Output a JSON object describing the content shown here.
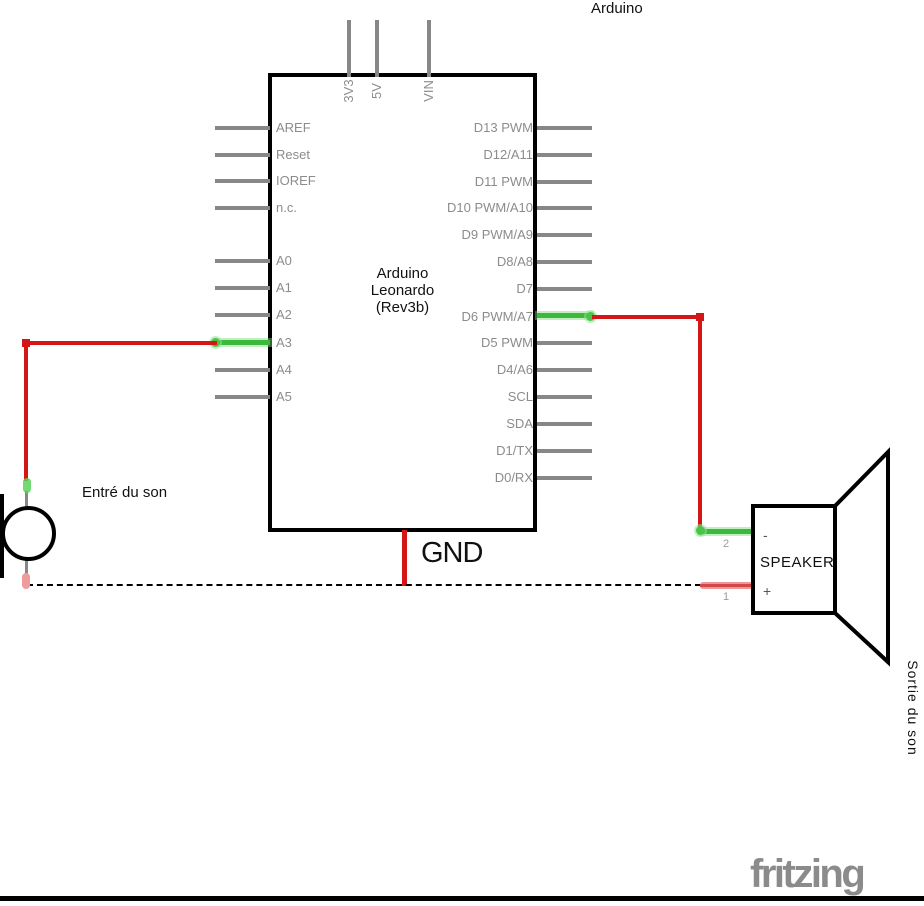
{
  "title": "Arduino",
  "arduino": {
    "label_lines": "Arduino\nLeonardo\n(Rev3b)",
    "top_pins": [
      {
        "label": "3V3"
      },
      {
        "label": "5V"
      },
      {
        "label": "VIN"
      }
    ],
    "left_pins": [
      {
        "label": "AREF"
      },
      {
        "label": "Reset"
      },
      {
        "label": "IOREF"
      },
      {
        "label": "n.c."
      },
      {
        "label": "A0"
      },
      {
        "label": "A1"
      },
      {
        "label": "A2"
      },
      {
        "label": "A3"
      },
      {
        "label": "A4"
      },
      {
        "label": "A5"
      }
    ],
    "right_pins": [
      {
        "label": "D13 PWM"
      },
      {
        "label": "D12/A11"
      },
      {
        "label": "D11 PWM"
      },
      {
        "label": "D10 PWM/A10"
      },
      {
        "label": "D9 PWM/A9"
      },
      {
        "label": "D8/A8"
      },
      {
        "label": "D7"
      },
      {
        "label": "D6 PWM/A7"
      },
      {
        "label": "D5 PWM"
      },
      {
        "label": "D4/A6"
      },
      {
        "label": "SCL"
      },
      {
        "label": "SDA"
      },
      {
        "label": "D1/TX"
      },
      {
        "label": "D0/RX"
      }
    ],
    "gnd_label": "GND"
  },
  "mic": {
    "label": "Entré du son"
  },
  "speaker": {
    "name": "SPEAKER",
    "minus": "-",
    "plus": "+",
    "pin2_number": "2",
    "pin1_number": "1",
    "output_label": "Sortie du son"
  },
  "logo": "fritzing",
  "colors": {
    "wire_red": "#d31717",
    "wire_green": "#3cb83c",
    "pin_gray": "#878787",
    "label_gray": "#8c8c8c",
    "highlight_salmon": "#ef9595"
  }
}
